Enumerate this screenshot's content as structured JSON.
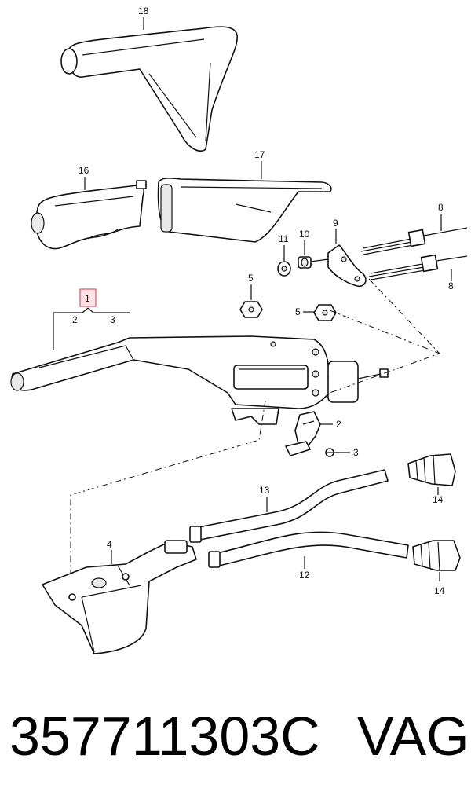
{
  "diagram": {
    "callouts": {
      "c18": "18",
      "c17": "17",
      "c16": "16",
      "c11": "11",
      "c10": "10",
      "c9": "9",
      "c8a": "8",
      "c8b": "8",
      "c1": "1",
      "c1_2": "2",
      "c1_3": "3",
      "c5a": "5",
      "c5b": "5",
      "c2": "2",
      "c3": "3",
      "c13": "13",
      "c12": "12",
      "c14a": "14",
      "c14b": "14",
      "c4": "4"
    },
    "highlight_color": "#d9545f"
  },
  "footer": {
    "part_number": "357711303C",
    "brand": "VAG"
  }
}
